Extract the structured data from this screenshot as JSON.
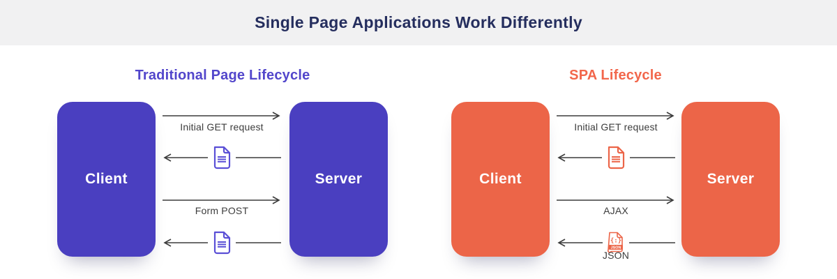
{
  "header": {
    "title": "Single Page Applications Work Differently"
  },
  "colors": {
    "traditional_accent": "#5246CB",
    "traditional_box": "#4A3FC0",
    "spa_accent": "#F2664B",
    "spa_box": "#EC6548",
    "arrow": "#3C3C3C",
    "title_navy": "#252E5E",
    "header_band_bg": "#F1F1F2"
  },
  "diagrams": [
    {
      "id": "traditional",
      "title": "Traditional Page Lifecycle",
      "client_label": "Client",
      "server_label": "Server",
      "flows": [
        {
          "direction": "right",
          "label": "Initial GET request"
        },
        {
          "direction": "left",
          "icon": "document-icon"
        },
        {
          "direction": "right",
          "label": "Form POST"
        },
        {
          "direction": "left",
          "icon": "document-icon"
        }
      ]
    },
    {
      "id": "spa",
      "title": "SPA Lifecycle",
      "client_label": "Client",
      "server_label": "Server",
      "flows": [
        {
          "direction": "right",
          "label": "Initial GET request"
        },
        {
          "direction": "left",
          "icon": "document-icon"
        },
        {
          "direction": "right",
          "label": "AJAX"
        },
        {
          "direction": "left",
          "icon": "json-file-icon",
          "label": "JSON"
        }
      ]
    }
  ]
}
